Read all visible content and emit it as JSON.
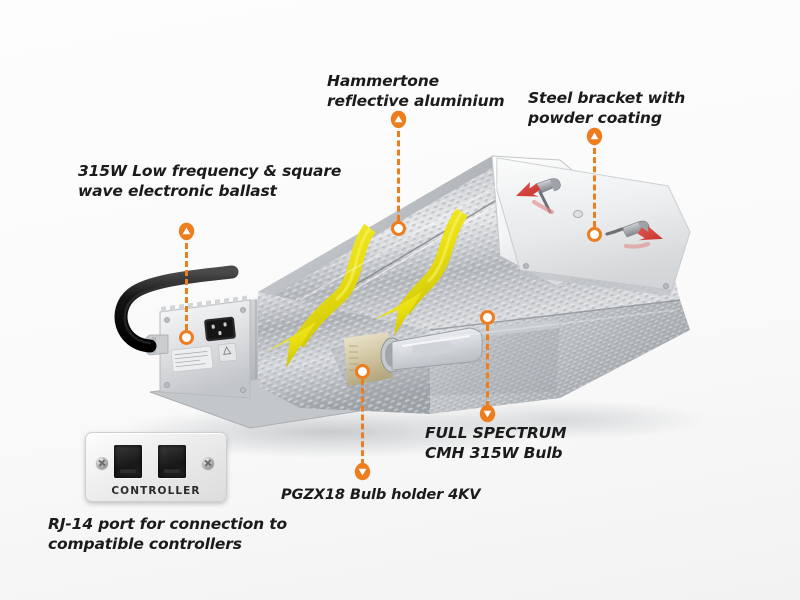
{
  "diagram": {
    "title": "CMH 315W grow light fixture annotated product diagram",
    "background_color": "#fbfbfb",
    "accent_color": "#EE7D1E",
    "light_path_arrow_color": "#ECE214",
    "hardware_arrow_color": "#D9453F"
  },
  "callouts": [
    {
      "id": "ballast",
      "text": "315W Low frequency & square\nwave electronic ballast",
      "marker": "orange-pin-up",
      "anchor": "ballast-end-cap"
    },
    {
      "id": "reflector",
      "text": "Hammertone\nreflective aluminium",
      "marker": "orange-pin-up",
      "anchor": "reflector-hood"
    },
    {
      "id": "bracket",
      "text": "Steel bracket with\npowder coating",
      "marker": "orange-pin-up",
      "anchor": "steel-end-bracket"
    },
    {
      "id": "bulb",
      "text": "FULL SPECTRUM\nCMH 315W Bulb",
      "marker": "orange-pin-down",
      "anchor": "lamp-bulb"
    },
    {
      "id": "holder",
      "text": "PGZX18 Bulb holder 4KV",
      "marker": "orange-pin-down",
      "anchor": "bulb-socket"
    },
    {
      "id": "rj14",
      "text": "RJ-14 port for connection to\ncompatible controllers",
      "marker": "none",
      "anchor": "controller-panel"
    }
  ],
  "controller_panel": {
    "caption": "CONTROLLER",
    "port_count": 2,
    "screw_count": 2
  }
}
